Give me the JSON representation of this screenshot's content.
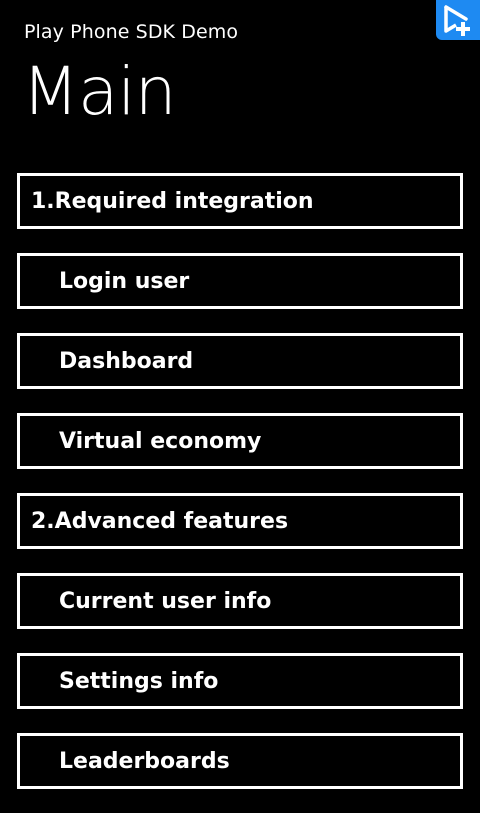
{
  "header": {
    "app_title": "Play Phone SDK Demo",
    "page_title": "Main"
  },
  "badge": {
    "icon": "play-plus-icon",
    "color": "#1e8af2"
  },
  "menu": {
    "items": [
      {
        "label": "1.Required integration",
        "kind": "section"
      },
      {
        "label": "Login user",
        "kind": "item"
      },
      {
        "label": "Dashboard",
        "kind": "item"
      },
      {
        "label": "Virtual economy",
        "kind": "item"
      },
      {
        "label": "2.Advanced features",
        "kind": "section"
      },
      {
        "label": "Current user info",
        "kind": "item"
      },
      {
        "label": "Settings info",
        "kind": "item"
      },
      {
        "label": "Leaderboards",
        "kind": "item"
      }
    ]
  }
}
